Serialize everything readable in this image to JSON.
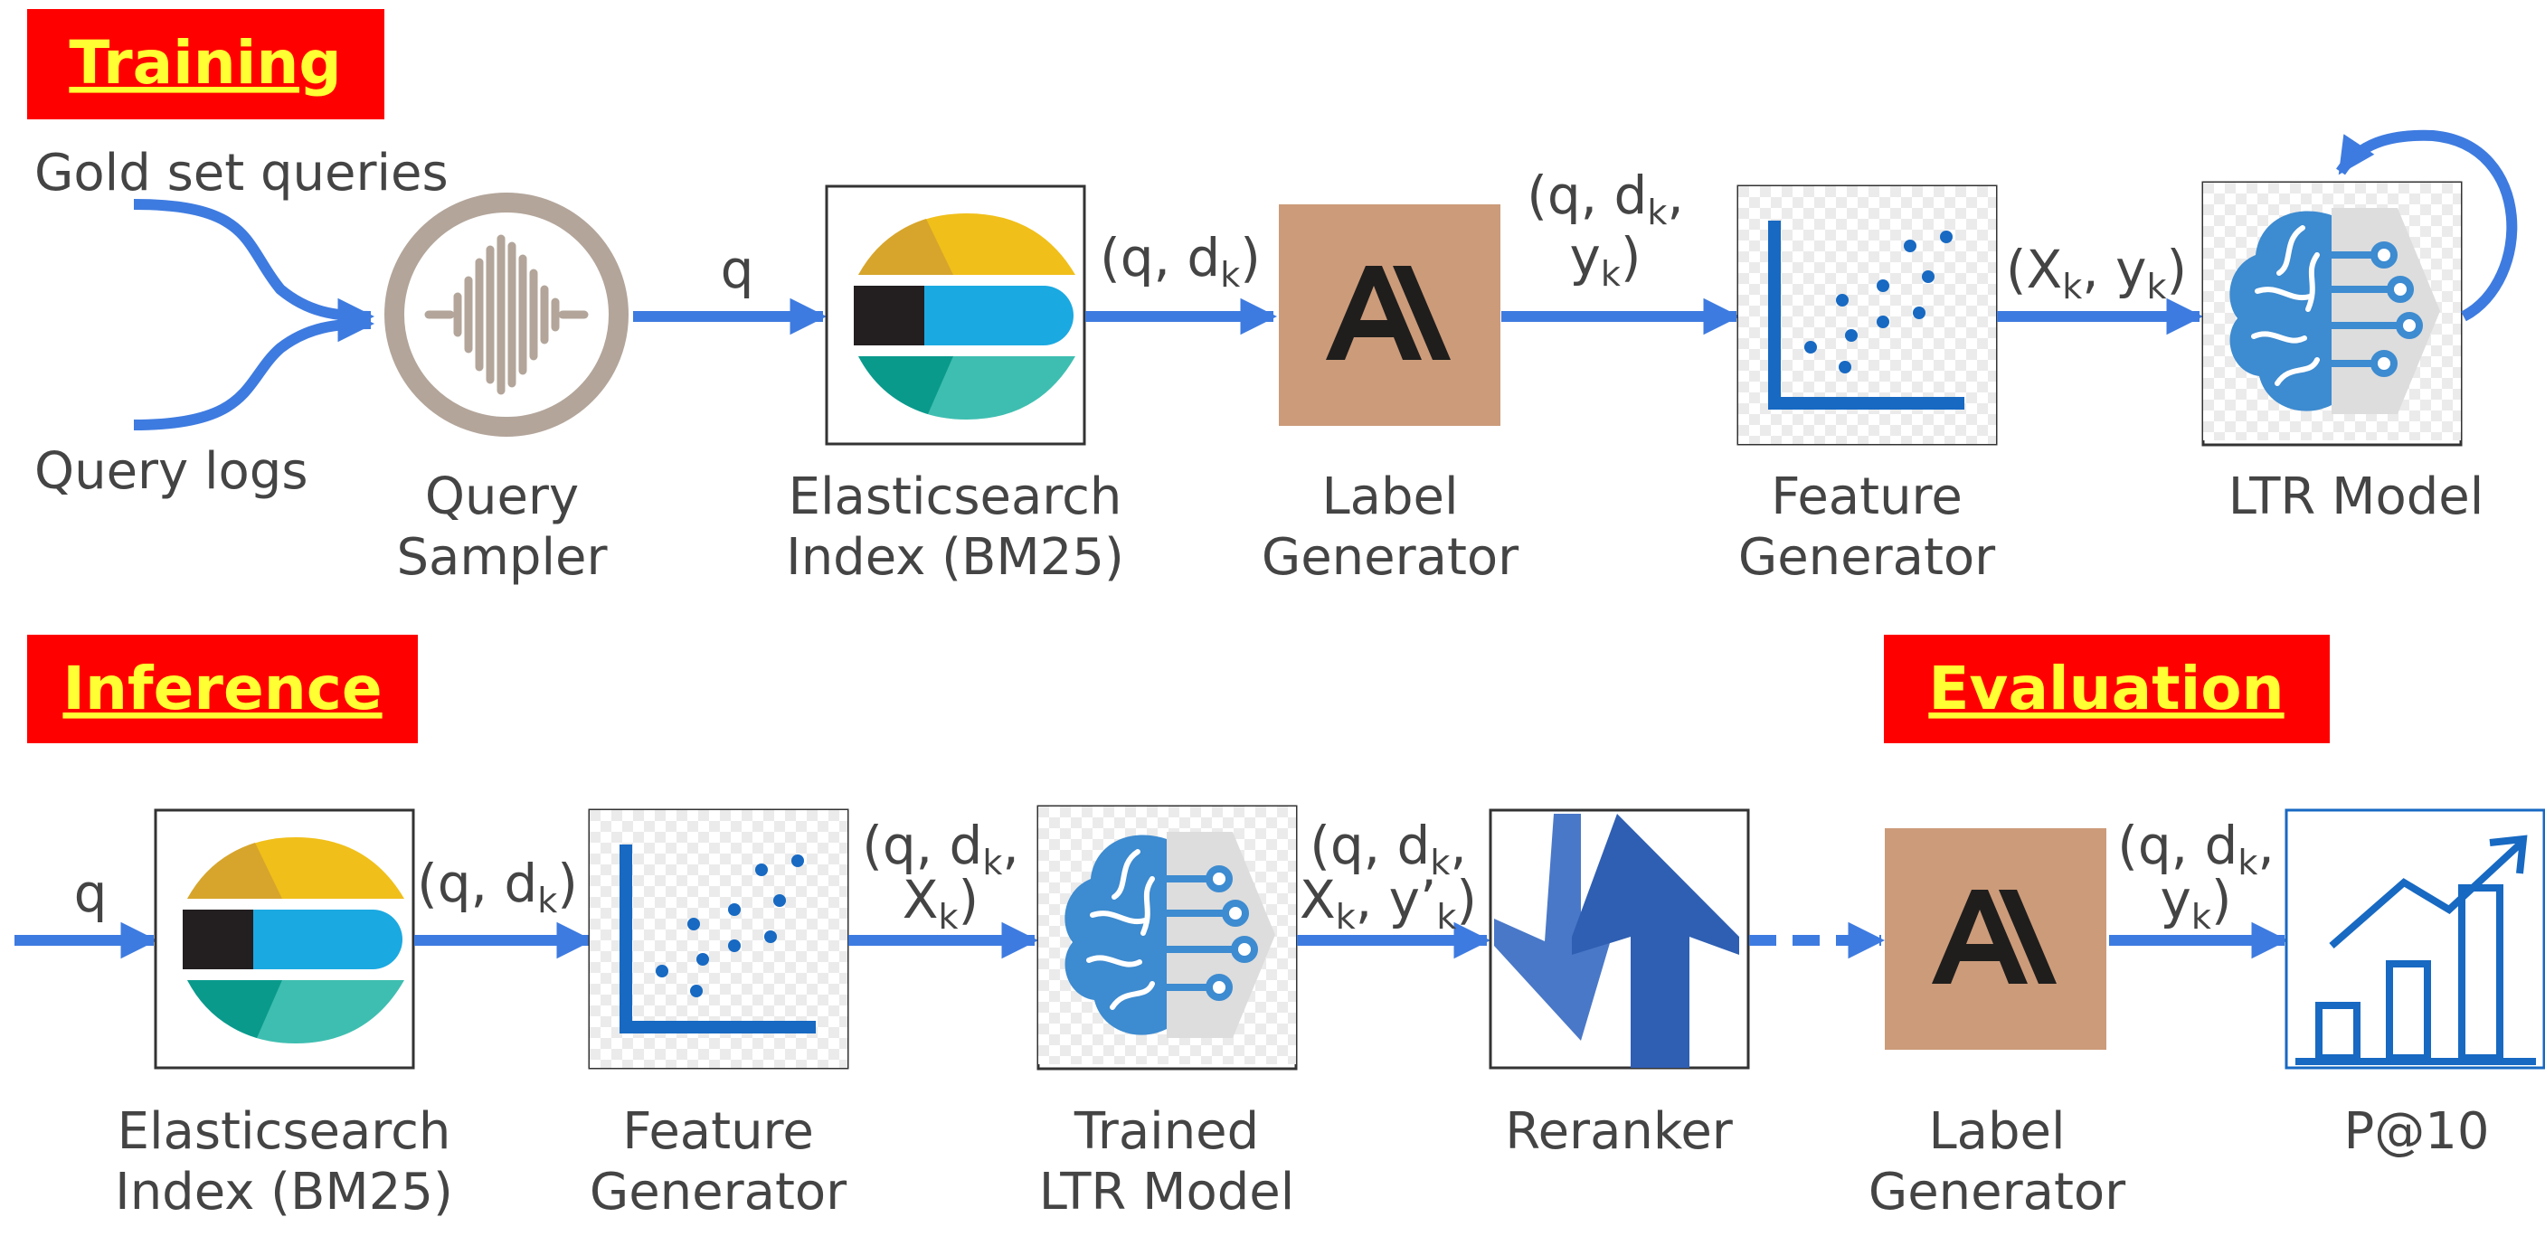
{
  "colors": {
    "arrow": "#3E7BE0",
    "section_bg": "#FF0000",
    "section_text": "#FFFF33",
    "label_text": "#444444",
    "label_generator_bg": "#CC9B7A",
    "elastic_yellow": "#F0BF1A",
    "elastic_blue": "#1BA9E1",
    "elastic_teal": "#3EBEB0",
    "brain_blue": "#3D8BD0",
    "chart_blue": "#1769C2"
  },
  "sections": {
    "training": "Training",
    "inference": "Inference",
    "evaluation": "Evaluation"
  },
  "training": {
    "source_gold": "Gold set queries",
    "source_logs": "Query logs",
    "query_sampler": [
      "Query",
      "Sampler"
    ],
    "elasticsearch": [
      "Elasticsearch",
      "Index (BM25)"
    ],
    "label_generator": [
      "Label",
      "Generator"
    ],
    "feature_generator": [
      "Feature",
      "Generator"
    ],
    "ltr_model": [
      "LTR Model"
    ],
    "edge_q": "q",
    "edge_q_dk": [
      "(q, d",
      "k",
      ")"
    ],
    "edge_q_dk_yk": [
      "(q, d",
      "k",
      ",",
      "y",
      "k",
      ")"
    ],
    "edge_xk_yk": [
      "(X",
      "k",
      ", y",
      "k",
      ")"
    ]
  },
  "inference": {
    "edge_q": "q",
    "elasticsearch": [
      "Elasticsearch",
      "Index (BM25)"
    ],
    "feature_generator": [
      "Feature",
      "Generator"
    ],
    "trained_ltr_model": [
      "Trained",
      "LTR Model"
    ],
    "reranker": [
      "Reranker"
    ],
    "edge_q_dk": [
      "(q, d",
      "k",
      ")"
    ],
    "edge_q_dk_xk": [
      "(q, d",
      "k",
      ",",
      "X",
      "k",
      ")"
    ],
    "edge_q_dk_xk_yk": [
      "(q, d",
      "k",
      ",",
      "X",
      "k",
      ", y’",
      "k",
      ")"
    ]
  },
  "evaluation": {
    "label_generator": [
      "Label",
      "Generator"
    ],
    "p_at_10": [
      "P@10"
    ],
    "edge_q_dk_yk": [
      "(q, d",
      "k",
      ",",
      "y",
      "k",
      ")"
    ]
  },
  "icons": {
    "query_sampler": "sound-wave-icon",
    "elasticsearch": "elasticsearch-logo-icon",
    "label_generator": "anthropic-logo-icon",
    "feature_generator": "scatter-plot-icon",
    "ltr_model": "ai-brain-icon",
    "reranker": "rerank-arrows-icon",
    "p_at_10": "growth-bar-chart-icon"
  }
}
